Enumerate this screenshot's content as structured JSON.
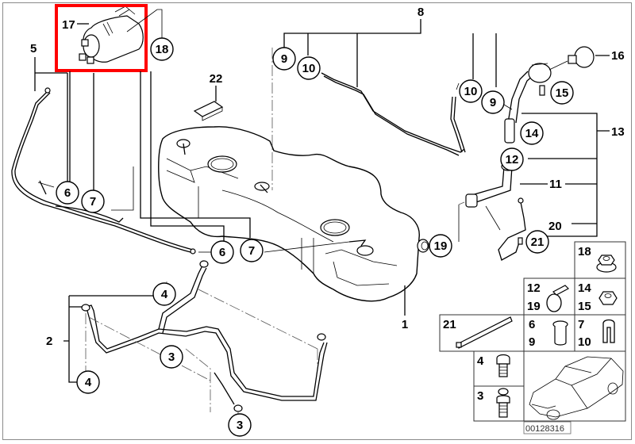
{
  "diagram": {
    "title": "Fuel tank assembly parts diagram",
    "highlight_color": "#ff0000",
    "line_color": "#000000",
    "frame_color": "#8a8a8a",
    "image_id": "00128316",
    "highlighted_part": "17"
  },
  "callouts": {
    "c17": "17",
    "c18": "18",
    "c5": "5",
    "c22": "22",
    "c8": "8",
    "c9a": "9",
    "c10a": "10",
    "c10b": "10",
    "c9b": "9",
    "c16": "16",
    "c15": "15",
    "c14": "14",
    "c13": "13",
    "c12": "12",
    "c11": "11",
    "c20": "20",
    "c21": "21",
    "c19": "19",
    "c6a": "6",
    "c7a": "7",
    "c6b": "6",
    "c7b": "7",
    "c4a": "4",
    "c4b": "4",
    "c2": "2",
    "c3a": "3",
    "c3b": "3",
    "c1": "1"
  },
  "legend": {
    "b18": "18",
    "b12": "12",
    "b19": "19",
    "b14": "14",
    "b15": "15",
    "b21": "21",
    "b6": "6",
    "b9": "9",
    "b7": "7",
    "b10": "10",
    "b4": "4",
    "b3": "3"
  },
  "parts": {
    "p1": "fuel-tank",
    "p2": "tank-strap-set",
    "p3": "bolt",
    "p4": "bolt",
    "p5": "fuel-line",
    "p6": "grommet",
    "p7": "clip",
    "p8": "breather-line-set",
    "p11": "filler-hose",
    "p13": "filler-neck-set",
    "p16": "fuel-cap",
    "p17": "fuel-pump",
    "p18": "nut",
    "p20": "ground-cable",
    "p21": "cable-tie",
    "p22": "pad"
  }
}
